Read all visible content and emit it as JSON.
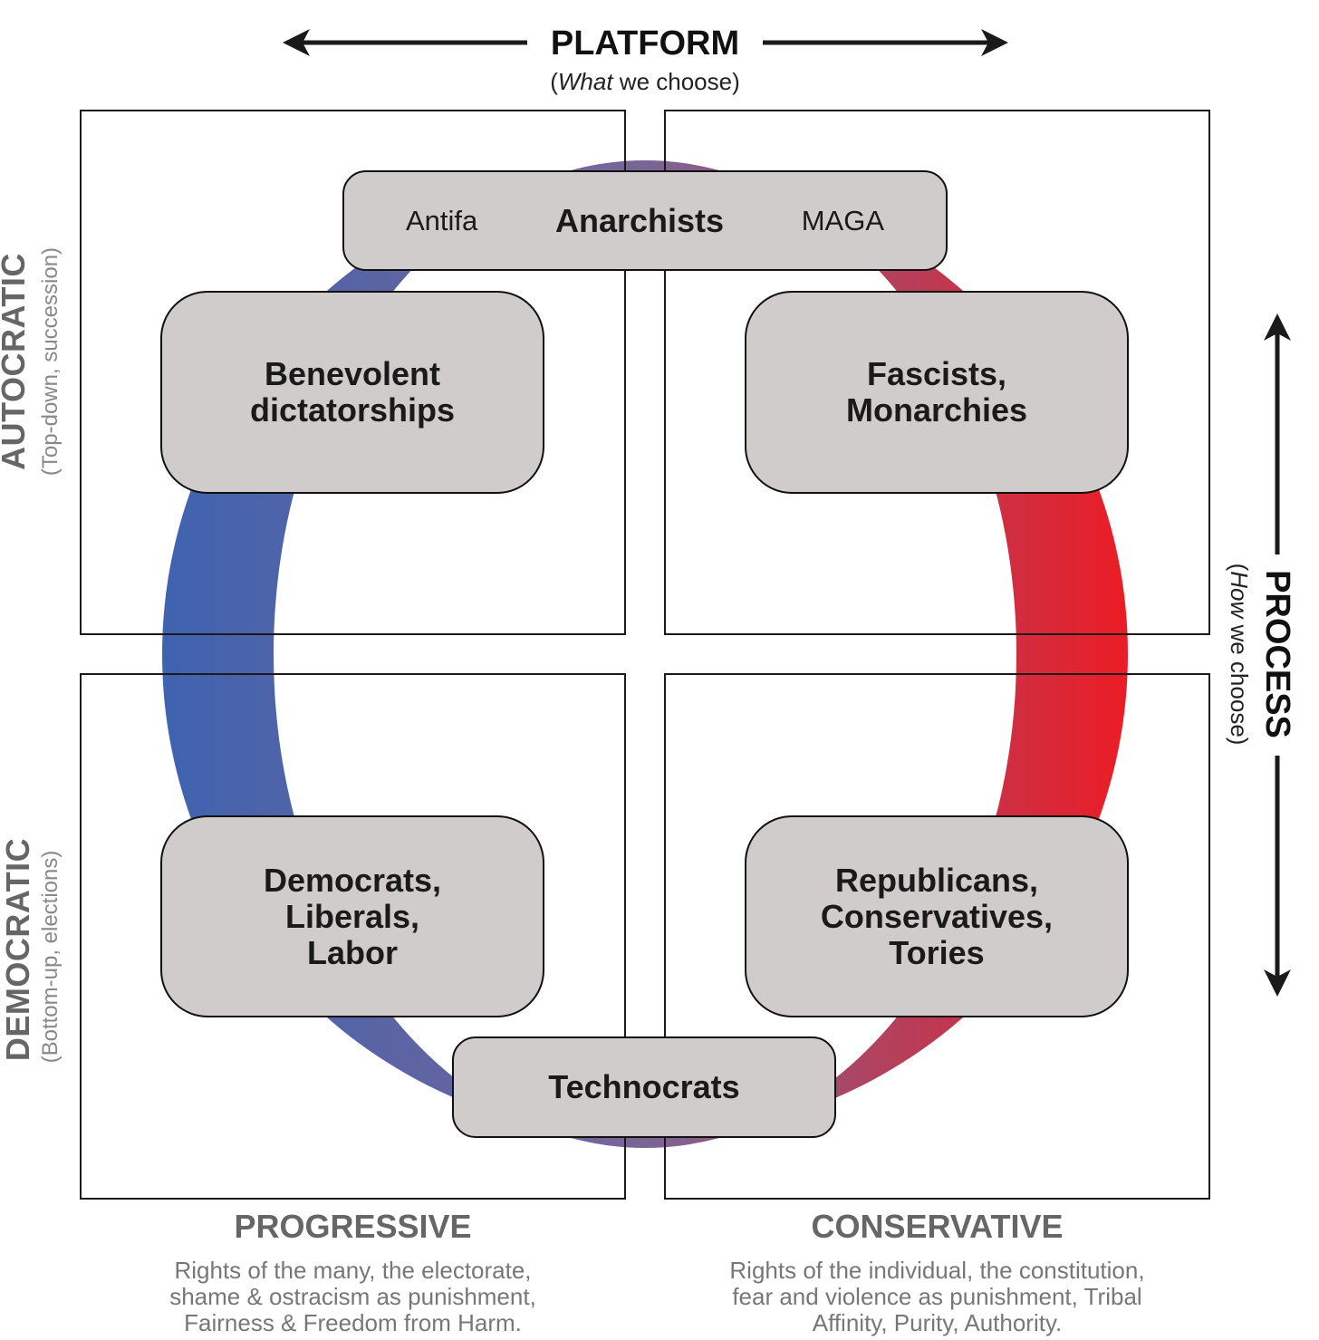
{
  "platform_axis": {
    "title": "PLATFORM",
    "subtitle_italic": "What",
    "subtitle_rest": " we choose)",
    "subtitle_open": "(",
    "arrow_icon": "double-headed-horizontal-arrow"
  },
  "process_axis": {
    "title": "PROCESS",
    "subtitle_open": "(",
    "subtitle_italic": "How",
    "subtitle_rest": " we choose)",
    "arrow_icon": "double-headed-vertical-arrow"
  },
  "rows": {
    "autocratic": {
      "title": "AUTOCRATIC",
      "subtitle": "(Top-down, succession)"
    },
    "democratic": {
      "title": "DEMOCRATIC",
      "subtitle": "(Bottom-up, elections)"
    }
  },
  "columns": {
    "progressive": {
      "title": "PROGRESSIVE",
      "description": [
        "Rights of the many, the electorate,",
        "shame & ostracism as punishment,",
        "Fairness & Freedom from Harm."
      ]
    },
    "conservative": {
      "title": "CONSERVATIVE",
      "description": [
        "Rights of the individual, the constitution,",
        "fear and violence as punishment, Tribal",
        "Affinity, Purity, Authority."
      ]
    }
  },
  "nodes": {
    "top": {
      "left": "Antifa",
      "center": "Anarchists",
      "right": "MAGA"
    },
    "top_left": [
      "Benevolent",
      "dictatorships"
    ],
    "top_right": [
      "Fascists,",
      "Monarchies"
    ],
    "bottom_left": [
      "Democrats,",
      "Liberals,",
      "Labor"
    ],
    "bottom_right": [
      "Republicans,",
      "Conservatives,",
      "Tories"
    ],
    "bottom": "Technocrats"
  },
  "colors": {
    "progressive_blue": "#3f63b0",
    "mid_purple": "#7a6596",
    "conservative_red": "#ec1c24",
    "node_fill": "#cfcccb"
  }
}
